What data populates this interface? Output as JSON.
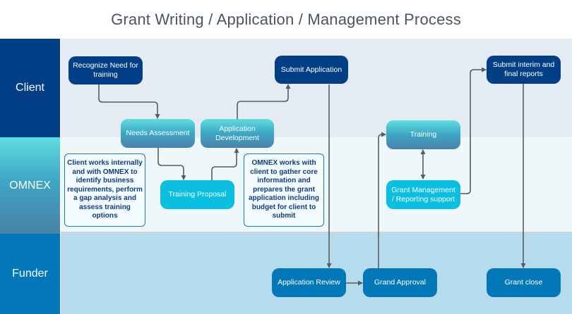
{
  "title": "Grant Writing / Application / Management Process",
  "lanes": {
    "client": "Client",
    "omnex": "OMNEX",
    "funder": "Funder"
  },
  "nodes": {
    "recognize_need": "Recognize Need for training",
    "needs_assessment": "Needs Assessment",
    "application_development": "Application Development",
    "training_proposal": "Training Proposal",
    "submit_application": "Submit Application",
    "application_review": "Application Review",
    "grand_approval": "Grand Approval",
    "training": "Training",
    "grant_management": "Grant Management / Reporting support",
    "submit_reports": "Submit interim and final reports",
    "grant_close": "Grant close"
  },
  "notes": {
    "omnex_assessment": "Client works internally and with OMNEX to identify business requirements, perform a gap analysis and assess training options",
    "omnex_application": "OMNEX works with client to gather core information and prepares the grant application including budget for client to submit"
  },
  "colors": {
    "client_lane": "#033f87",
    "omnex_lane_top": "#5ddde2",
    "funder_lane": "#0278b8",
    "connector": "#555c63"
  }
}
